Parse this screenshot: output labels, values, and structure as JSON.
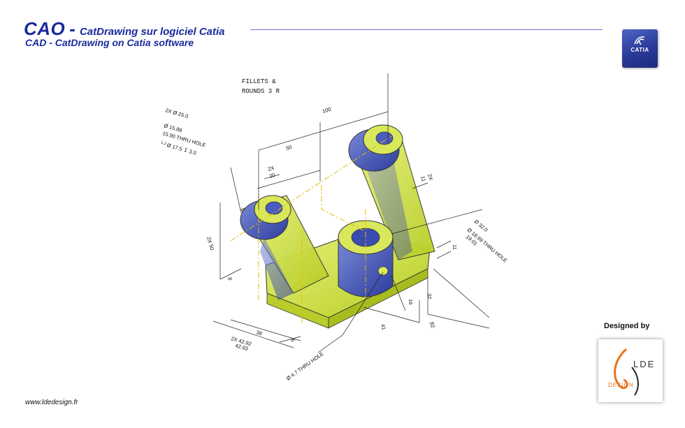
{
  "header": {
    "title_main": "CAO",
    "title_dash": "-",
    "title_fr": "CatDrawing sur logiciel Catia",
    "title_en": "CAD - CatDrawing on Catia software"
  },
  "catia_logo": {
    "symbol": "ⒹS",
    "word": "CATIA",
    "icon": "catia-logo-icon"
  },
  "drawing": {
    "note_line1": "FILLETS  &",
    "note_line2": "ROUNDS  3  R",
    "dim_100": "100",
    "dim_50": "50",
    "dim_2x20_a": "2X",
    "dim_2x20_b": "20",
    "dim_2x11_a": "2X",
    "dim_2x11_b": "11",
    "hole_left_1": "2X Ø 25.0",
    "hole_left_2": "Ø 15.88",
    "hole_left_3": "15.90  THRU  HOLE",
    "hole_left_4": "└┘Ø 17.5 ↧ 3.0",
    "dim_2x50": "2X 50",
    "dim_8": "8",
    "hole_right_1": "Ø 32.0",
    "hole_right_2": "Ø 18.99 THRU  HOLE",
    "hole_right_3": "19.01",
    "dim_11": "11",
    "dim_32": "32",
    "dim_16": "16",
    "dim_41": "41",
    "dim_82": "82",
    "dim_38": "38",
    "dim_6": "6",
    "dim_42_a": "2X 42.92",
    "dim_42_b": "42.93",
    "hole_small": "Ø 4.7 THRU  HOLE"
  },
  "footer": {
    "designed_by": "Designed by",
    "website": "www.ldedesign.fr",
    "lde_logo_text": "LDE",
    "lde_logo_sub": "DESIGN"
  },
  "colors": {
    "title_blue": "#1a2a9c",
    "part_yellow": "#d6e84a",
    "part_blue": "#4a5cc0",
    "lde_orange": "#e8741e"
  }
}
